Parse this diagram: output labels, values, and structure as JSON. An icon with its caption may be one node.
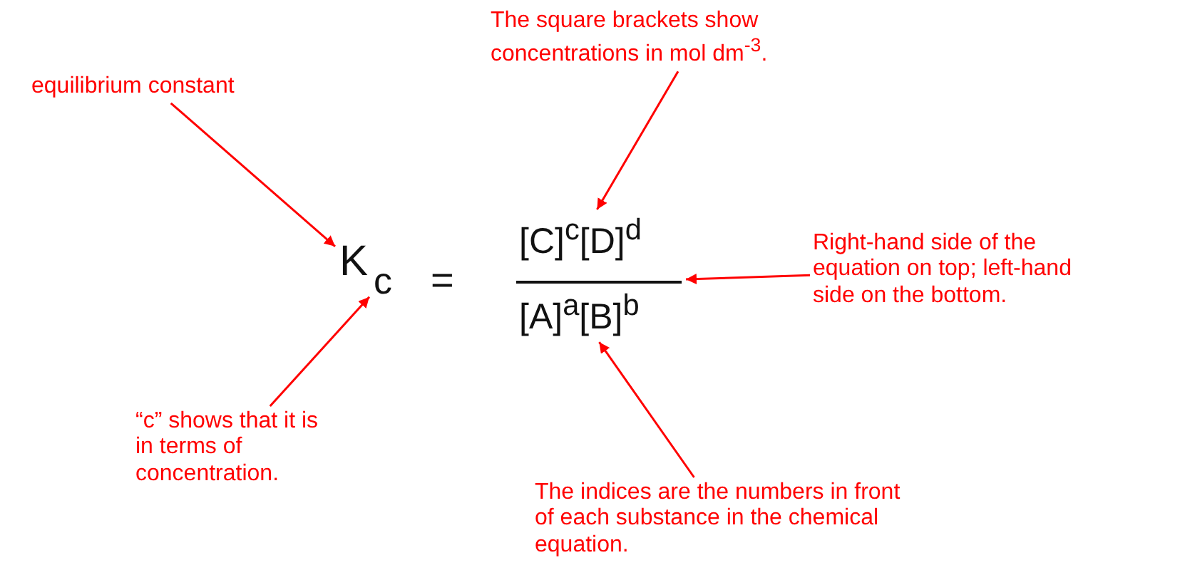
{
  "diagram": {
    "nodes": [
      {
        "text": [
          "equilibrium constant"
        ]
      },
      {
        "text": [
          "The square brackets show concentrations in mol dm$^{-3}$."
        ]
      },
      {
        "text": [
          "K"
        ]
      },
      {
        "text": [
          "c"
        ]
      },
      {
        "text": [
          "[C]$^{c}$[D]$^{d}$"
        ]
      },
      {
        "text": [],
        "shape": "bar"
      },
      {
        "text": [
          "[A]$^{a}$[B]$^{b}$"
        ]
      },
      {
        "text": [
          "Right-hand side of the equation on top;  left-hand side on the bottom."
        ]
      },
      {
        "text": [
          "“c” shows that it is in terms of concentration."
        ]
      },
      {
        "text": [
          "The indices are the numbers in front of each substance in the chemical equation."
        ]
      }
    ],
    "edges": [
      {
        "from": 0,
        "to": 2,
        "arrow": "to"
      },
      {
        "from": 1,
        "to": 4,
        "arrow": "to"
      },
      {
        "from": 7,
        "to": 5,
        "arrow": "to"
      },
      {
        "from": 8,
        "to": 3,
        "arrow": "to"
      },
      {
        "from": 9,
        "to": 6,
        "arrow": "to"
      }
    ],
    "labels": [
      "="
    ]
  }
}
